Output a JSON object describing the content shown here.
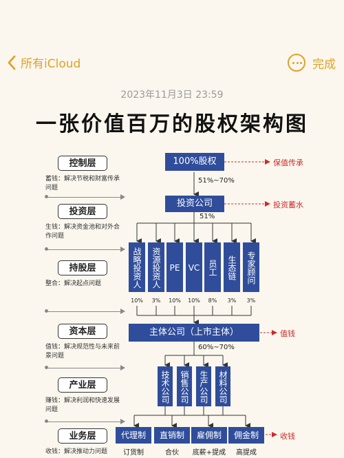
{
  "topbar": {
    "back_label": "所有iCloud",
    "done_label": "完成"
  },
  "note": {
    "timestamp": "2023年11月3日 23:59",
    "title": "一张价值百万的股权架构图"
  },
  "layers": [
    {
      "name": "控制层",
      "desc": "蓄钱：解决节税和财富传承问题"
    },
    {
      "name": "投资层",
      "desc": "生钱：解决资金池和对外合作问题"
    },
    {
      "name": "持股层",
      "desc": "整合：解决起点问题"
    },
    {
      "name": "资本层",
      "desc": "值钱：解决规范性与未来前景问题"
    },
    {
      "name": "产业层",
      "desc": "赚钱：解决利润和快速发展问题"
    },
    {
      "name": "业务层",
      "desc": "收钱：解决推动力问题"
    }
  ],
  "diagram": {
    "top_box": "100%股权",
    "top_annot": "保值传承",
    "top_pct": "51%~70%",
    "invest_box": "投资公司",
    "invest_annot": "投资蓄水",
    "invest_pct": "51%",
    "holders": [
      {
        "label": "战略投资人",
        "pct": "10%"
      },
      {
        "label": "资源投资人",
        "pct": "3%"
      },
      {
        "label": "PE",
        "pct": "10%"
      },
      {
        "label": "VC",
        "pct": "10%"
      },
      {
        "label": "员工",
        "pct": "8%"
      },
      {
        "label": "生态链",
        "pct": "3%"
      },
      {
        "label": "专家顾问",
        "pct": "3%"
      }
    ],
    "main_box": "主体公司（上市主体）",
    "main_annot": "值钱",
    "main_pct": "60%~70%",
    "subs": [
      "技术公司",
      "销售公司",
      "生产公司",
      "材料公司"
    ],
    "biz": [
      {
        "label": "代理制",
        "sub": "订货制"
      },
      {
        "label": "直销制",
        "sub": "合伙"
      },
      {
        "label": "雇佣制",
        "sub": "底薪+提成"
      },
      {
        "label": "佣金制",
        "sub": "高提成"
      }
    ],
    "biz_annot": "收钱"
  },
  "colors": {
    "accent": "#e0a126",
    "box": "#2f4d9b",
    "annot": "#cc2b2b",
    "background": "#fbf7ee"
  }
}
